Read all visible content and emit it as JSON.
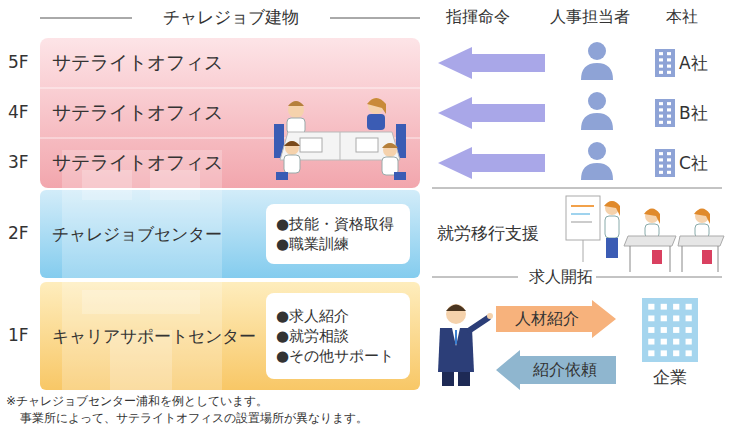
{
  "diagram": {
    "title": "チャレジョブ建物",
    "nodes": [
      {
        "text": [
          "サテライトオフィス"
        ]
      },
      {
        "text": [
          "サテライトオフィス"
        ]
      },
      {
        "text": [
          "サテライトオフィス"
        ]
      },
      {
        "text": [
          "チャレジョブセンター"
        ]
      },
      {
        "text": [
          "●技能・資格取得",
          "●職業訓練"
        ],
        "in": 3
      },
      {
        "text": [
          "キャリアサポートセンター"
        ]
      },
      {
        "text": [
          "●求人紹介",
          "●就労相談",
          "●その他サポート"
        ],
        "in": 5
      },
      {
        "text": [
          "A社"
        ]
      },
      {
        "text": [
          "B社"
        ]
      },
      {
        "text": [
          "C社"
        ]
      },
      {
        "text": [
          "人材紹介"
        ]
      },
      {
        "text": [
          "紹介依頼"
        ]
      },
      {
        "text": [
          "企業"
        ]
      }
    ],
    "labels": [
      "指揮命令",
      "人事担当者",
      "本社",
      "5F",
      "4F",
      "3F",
      "2F",
      "1F",
      "就労移行支援",
      "求人開拓",
      "※チャレジョブセンター浦和を例としています。",
      "事業所によって、サテライトオフィスの設置場所が異なります。"
    ]
  }
}
